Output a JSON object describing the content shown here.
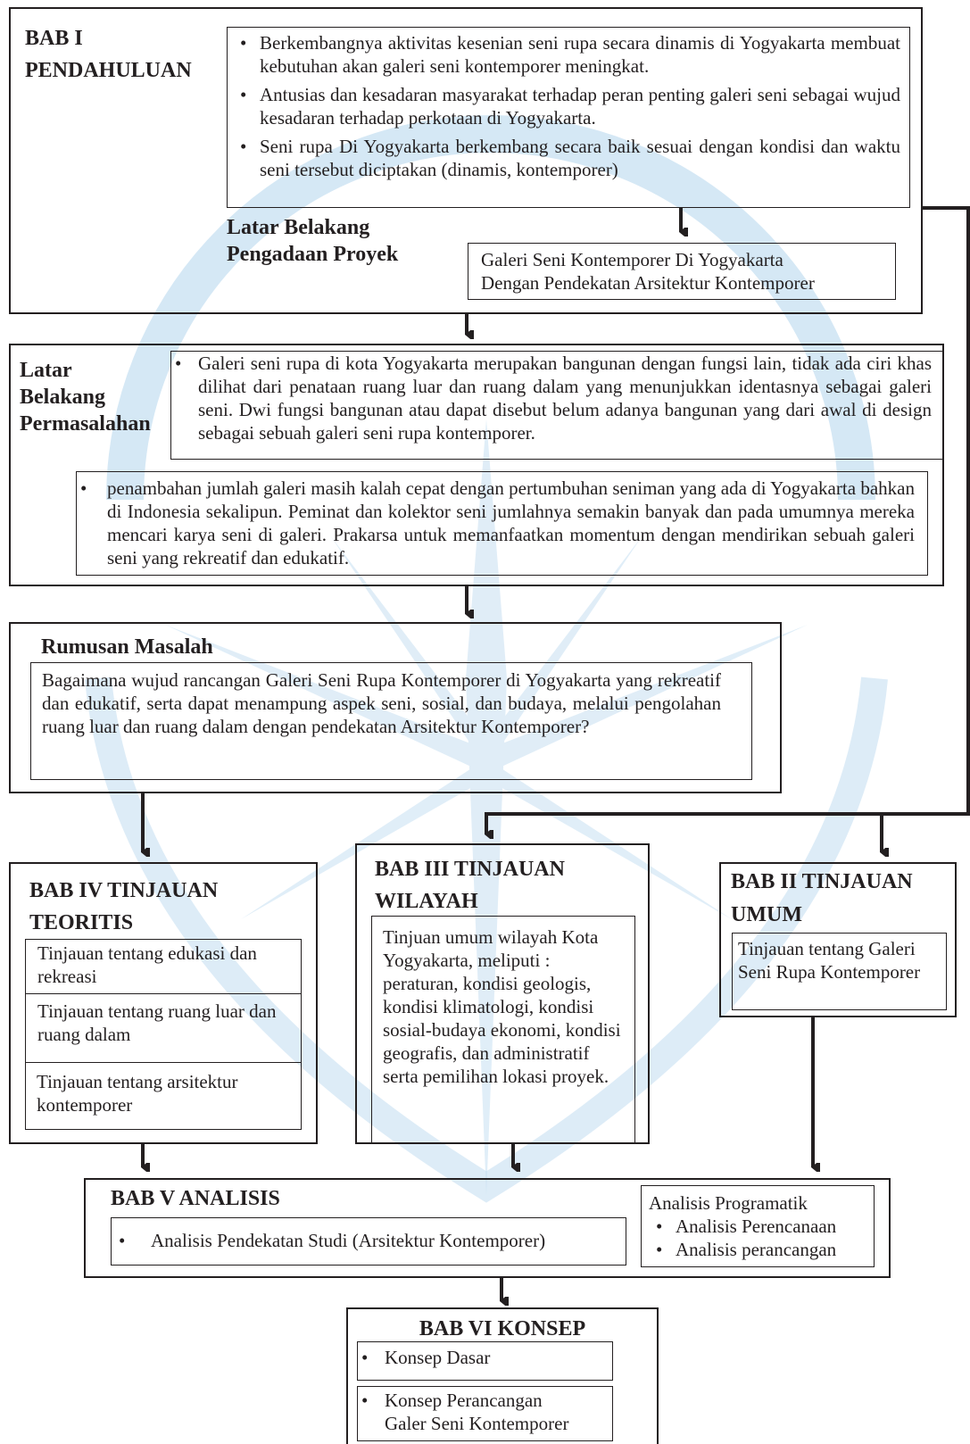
{
  "bab1": {
    "title_line1": "BAB I",
    "title_line2": "PENDAHULUAN",
    "bullets": [
      "Berkembangnya aktivitas kesenian seni rupa secara dinamis di Yogyakarta membuat kebutuhan akan galeri seni kontemporer meningkat.",
      "Antusias dan kesadaran masyarakat terhadap peran penting galeri seni sebagai wujud kesadaran terhadap perkotaan di Yogyakarta.",
      "Seni rupa Di Yogyakarta berkembang secara baik sesuai dengan kondisi dan waktu seni tersebut diciptakan (dinamis, kontemporer)"
    ],
    "subtitle_line1": "Latar Belakang",
    "subtitle_line2": "Pengadaan Proyek",
    "project_line1": "Galeri Seni Kontemporer Di Yogyakarta",
    "project_line2": "Dengan Pendekatan Arsitektur Kontemporer"
  },
  "permasalahan": {
    "title_line1": "Latar",
    "title_line2": "Belakang",
    "title_line3": "Permasalahan",
    "bullet1": "Galeri seni rupa di kota Yogyakarta merupakan bangunan dengan fungsi lain, tidak ada ciri khas dilihat dari penataan ruang luar dan ruang dalam yang menunjukkan identasnya sebagai galeri seni. Dwi fungsi bangunan atau dapat disebut belum adanya bangunan yang dari awal di design sebagai sebuah galeri seni rupa kontemporer.",
    "bullet2": "penambahan jumlah galeri masih kalah cepat dengan pertumbuhan seniman yang ada di Yogyakarta bahkan di Indonesia sekalipun. Peminat dan kolektor seni jumlahnya semakin banyak dan pada umumnya mereka mencari karya seni di galeri. Prakarsa untuk memanfaatkan momentum dengan mendirikan sebuah galeri seni yang rekreatif dan edukatif."
  },
  "rumusan": {
    "title": "Rumusan Masalah",
    "text": "Bagaimana wujud rancangan Galeri Seni Rupa Kontemporer di Yogyakarta yang rekreatif dan edukatif, serta dapat menampung aspek seni, sosial, dan budaya, melalui pengolahan ruang luar dan ruang dalam dengan pendekatan Arsitektur Kontemporer?"
  },
  "bab4": {
    "title_line1": "BAB IV TINJAUAN",
    "title_line2": "TEORITIS",
    "items": [
      "Tinjauan tentang edukasi dan rekreasi",
      "Tinjauan tentang ruang luar dan ruang dalam",
      "Tinjauan tentang arsitektur kontemporer"
    ]
  },
  "bab3": {
    "title_line1": "BAB III TINJAUAN",
    "title_line2": "WILAYAH",
    "text": "Tinjuan umum wilayah Kota Yogyakarta, meliputi : peraturan, kondisi geologis, kondisi klimatologi, kondisi sosial-budaya ekonomi, kondisi geografis, dan administratif serta pemilihan lokasi proyek."
  },
  "bab2": {
    "title_line1": "BAB II TINJAUAN",
    "title_line2": "UMUM",
    "text": "Tinjauan tentang Galeri Seni Rupa Kontemporer"
  },
  "bab5": {
    "title": "BAB V ANALISIS",
    "item": "Analisis Pendekatan Studi (Arsitektur Kontemporer)",
    "programatik_title": "Analisis Programatik",
    "programatik_items": [
      "Analisis Perencanaan",
      "Analisis perancangan"
    ]
  },
  "bab6": {
    "title": "BAB VI KONSEP",
    "item1": "Konsep Dasar",
    "item2_line1": "Konsep Perancangan",
    "item2_line2": "Galer Seni Kontemporer"
  },
  "watermark": {
    "color": "#b9d6ee",
    "icon": "university-logo-watermark"
  }
}
